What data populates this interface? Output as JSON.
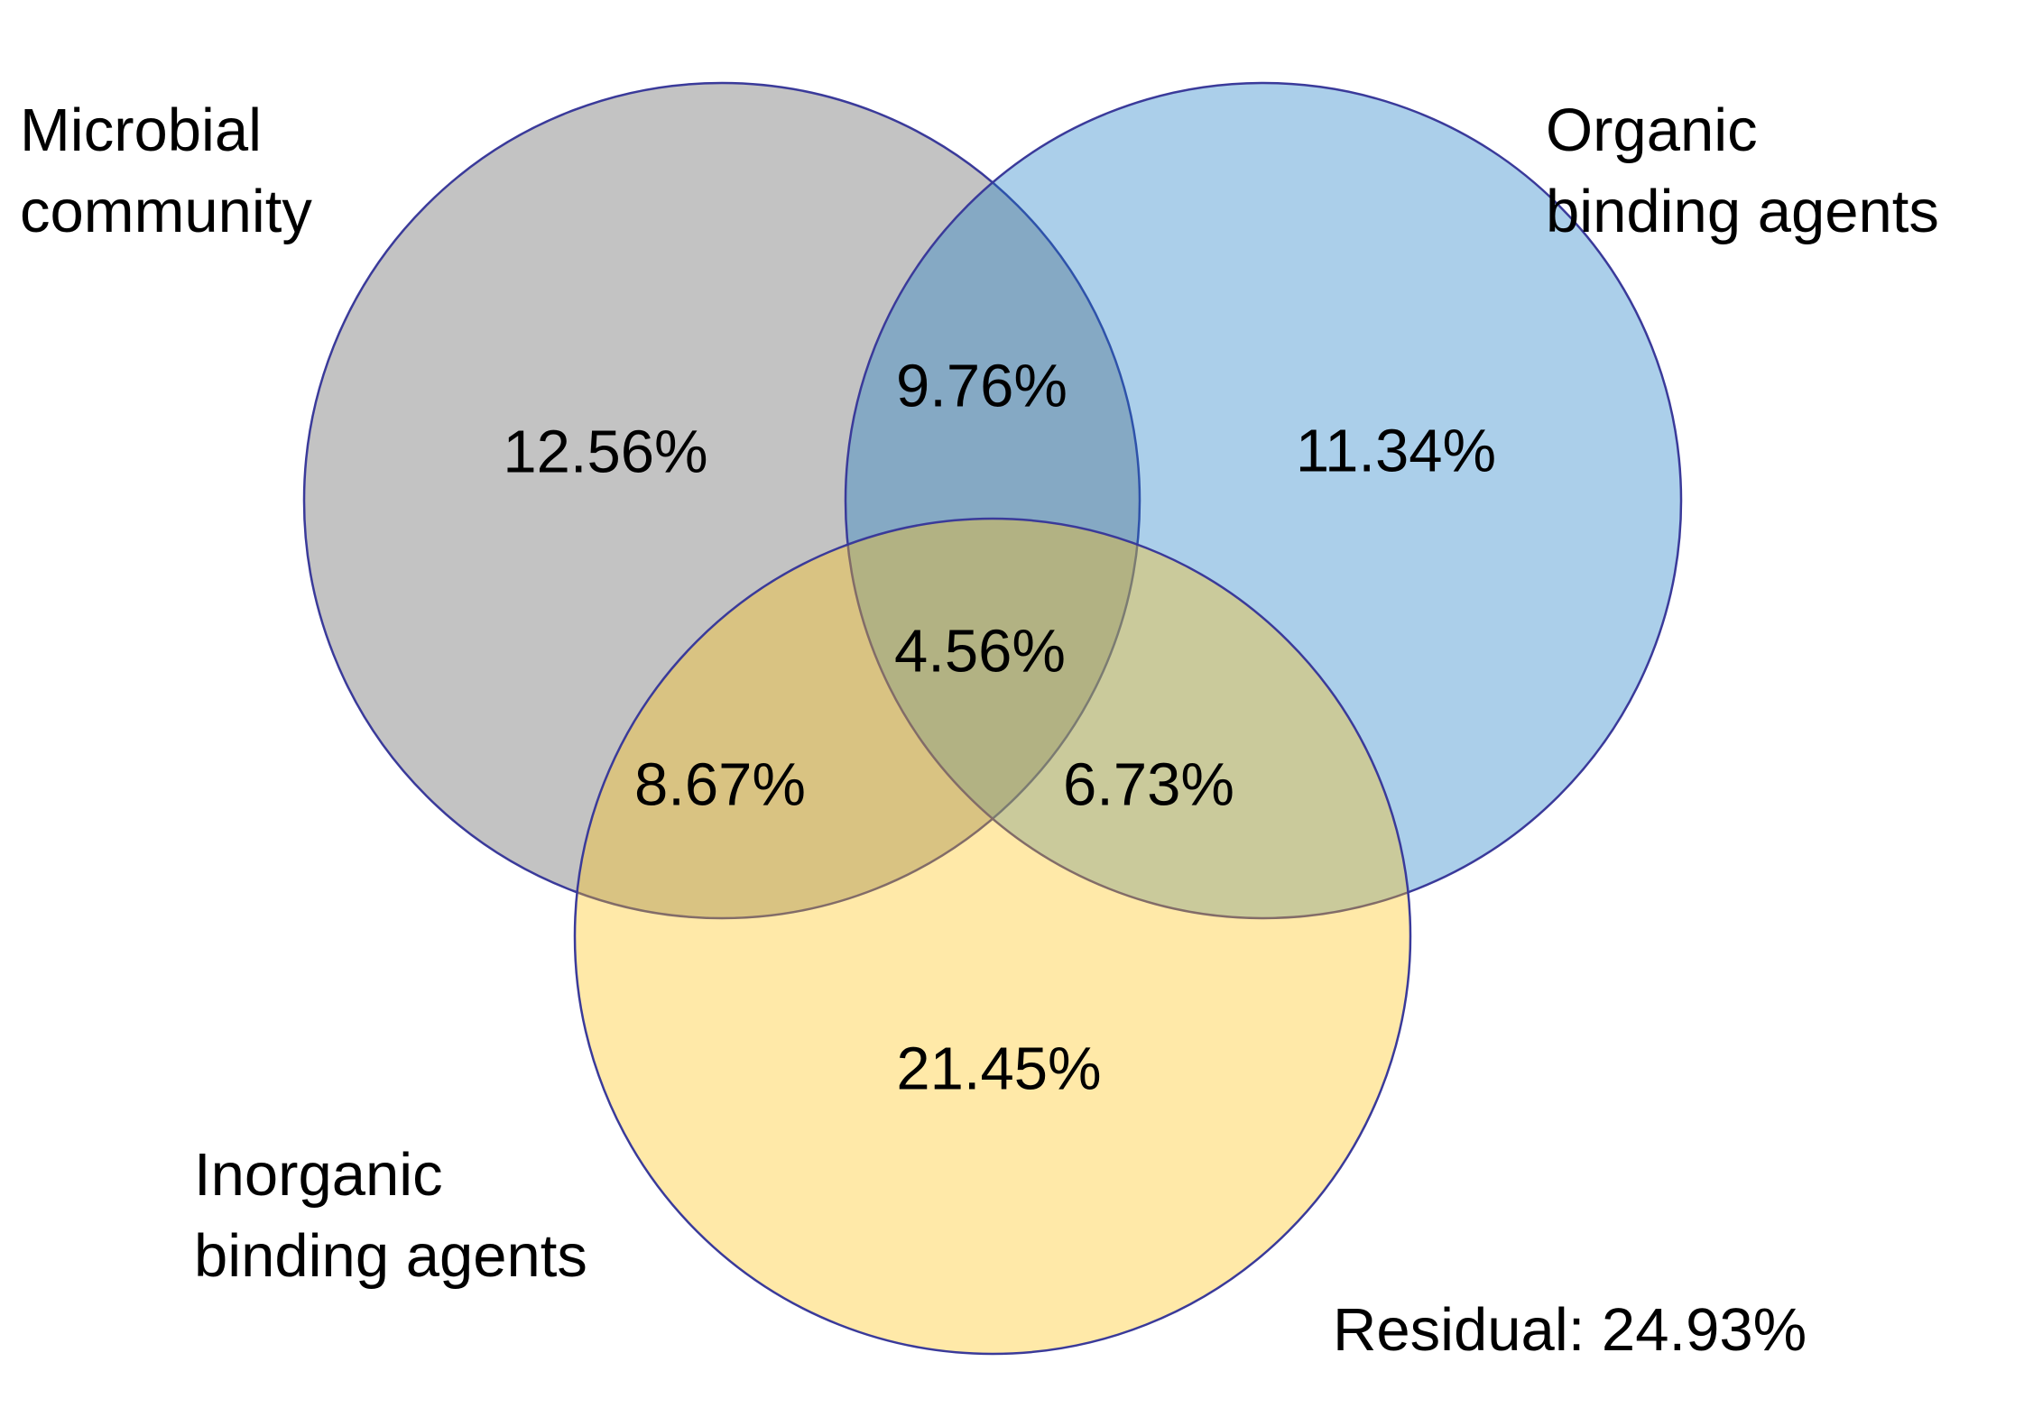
{
  "figure": {
    "background": "#FFFFFF",
    "sets": {
      "a_label": "Microbial\ncommunity",
      "b_label": "Organic\nbinding agents",
      "c_label": "Inorganic\nbinding agents"
    },
    "values": {
      "a_only": "12.56%",
      "b_only": "11.34%",
      "c_only": "21.45%",
      "a_b": "9.76%",
      "a_c": "8.67%",
      "b_c": "6.73%",
      "a_b_c": "4.56%",
      "residual": "Residual: 24.93%"
    },
    "colors": {
      "a_fill": "rgba(93,93,93,0.37)",
      "b_fill": "rgba(26,124,198,0.37)",
      "c_fill": "rgba(255,196,20,0.37)",
      "a_observed": "#C3C3C3",
      "b_observed": "#ABCFEA",
      "c_observed": "#FFE9A8",
      "a_b_observed": "#84A9C4",
      "a_c_observed": "#D6C287",
      "b_c_observed": "#C6CD9F",
      "a_b_c_observed": "#ACB086",
      "circle_stroke": "#3A3A9A",
      "text": "#000000"
    }
  },
  "chart_data": {
    "type": "venn",
    "title": "",
    "sets": [
      {
        "id": "A",
        "label": "Microbial community",
        "exclusive_pct": 12.56
      },
      {
        "id": "B",
        "label": "Organic binding agents",
        "exclusive_pct": 11.34
      },
      {
        "id": "C",
        "label": "Inorganic binding agents",
        "exclusive_pct": 21.45
      }
    ],
    "overlaps": [
      {
        "sets": [
          "A",
          "B"
        ],
        "exclusive_pct": 9.76
      },
      {
        "sets": [
          "A",
          "C"
        ],
        "exclusive_pct": 8.67
      },
      {
        "sets": [
          "B",
          "C"
        ],
        "exclusive_pct": 6.73
      },
      {
        "sets": [
          "A",
          "B",
          "C"
        ],
        "exclusive_pct": 4.56
      }
    ],
    "residual_pct": 24.93,
    "annotation": "Residual: 24.93%",
    "legend_position": "none",
    "grid": false
  }
}
